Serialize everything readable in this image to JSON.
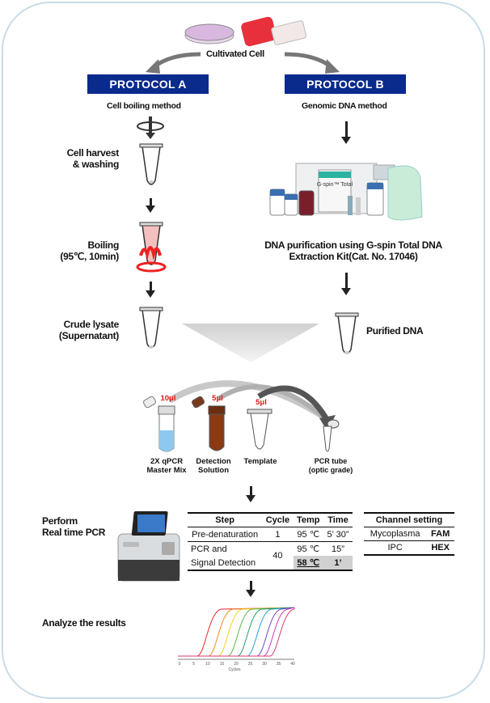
{
  "top": {
    "cell_label": "Cultivated Cell"
  },
  "protocol_a": {
    "title": "PROTOCOL A",
    "subtitle": "Cell boiling method",
    "step1": [
      "Cell harvest",
      "& washing"
    ],
    "step2": [
      "Boiling",
      "(95℃, 10min)"
    ],
    "step3": [
      "Crude lysate",
      "(Supernatant)"
    ]
  },
  "protocol_b": {
    "title": "PROTOCOL B",
    "subtitle": "Genomic DNA method",
    "kit_caption": [
      "DNA purification using G-spin Total DNA",
      "Extraction Kit(Cat. No. 17046)"
    ],
    "result": "Purified DNA",
    "kit_box_text": "G-spin™ Total"
  },
  "mix": {
    "volumes": [
      "10μl",
      "5μl",
      "5μl"
    ],
    "items": [
      [
        "2X qPCR",
        "Master Mix"
      ],
      [
        "Detection",
        "Solution"
      ],
      [
        "Template"
      ],
      [
        "PCR tube",
        "(optic grade)"
      ]
    ]
  },
  "pcr": {
    "label": [
      "Perform",
      "Real time PCR"
    ],
    "headers": [
      "Step",
      "Cycle",
      "Temp",
      "Time"
    ],
    "rows": [
      [
        "Pre-denaturation",
        "1",
        "95 ℃",
        "5’ 30”"
      ],
      [
        "PCR and",
        "40",
        "95 ℃",
        "15”"
      ],
      [
        "Signal Detection",
        "",
        "58 ℃",
        "1’"
      ]
    ]
  },
  "channel": {
    "header": "Channel setting",
    "rows": [
      [
        "Mycoplasma",
        "FAM"
      ],
      [
        "IPC",
        "HEX"
      ]
    ]
  },
  "results": {
    "label": "Analyze the results",
    "x_ticks": [
      "0",
      "5",
      "10",
      "15",
      "20",
      "25",
      "30",
      "35",
      "40"
    ],
    "x_label": "Cycles"
  },
  "colors": {
    "protocol_bar": "#0a2a8c",
    "volume_text": "#e01b1b",
    "frame": "#c8dce6"
  }
}
